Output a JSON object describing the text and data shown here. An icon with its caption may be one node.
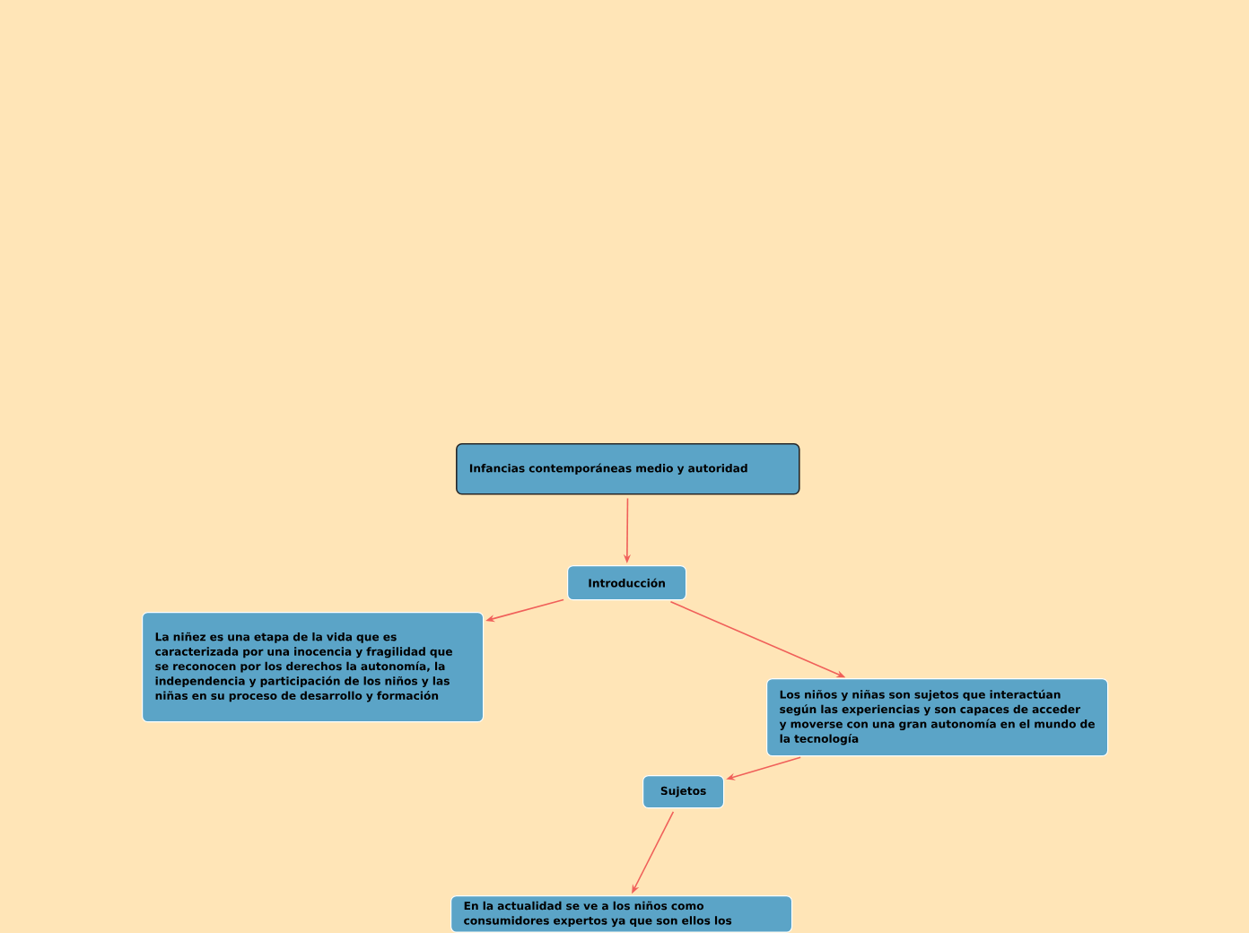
{
  "diagram": {
    "nodes": [
      {
        "text": [
          "Infancias contemporáneas medio y autoridad"
        ]
      },
      {
        "text": [
          "Introducción"
        ]
      },
      {
        "text": [
          "La niñez es una etapa de la vida que es caracterizada por una inocencia y fragilidad que se reconocen por los derechos la autonomía, la independencia y participación de los niños y las niñas en su proceso de desarrollo y formación"
        ]
      },
      {
        "text": [
          "Los niños y niñas son sujetos que interactúan  según las experiencias y son capaces de acceder y moverse con una gran autonomía en el  mundo de la tecnología"
        ]
      },
      {
        "text": [
          "Sujetos"
        ]
      },
      {
        "text": [
          "En la actualidad se ve a los niños como consumidores expertos  ya que son ellos los"
        ]
      }
    ],
    "edges": [
      {
        "from": 0,
        "to": 1,
        "arrow": "to"
      },
      {
        "from": 1,
        "to": 2,
        "arrow": "to"
      },
      {
        "from": 1,
        "to": 3,
        "arrow": "to"
      },
      {
        "from": 3,
        "to": 4,
        "arrow": "to"
      },
      {
        "from": 4,
        "to": 5,
        "arrow": "to"
      }
    ]
  }
}
